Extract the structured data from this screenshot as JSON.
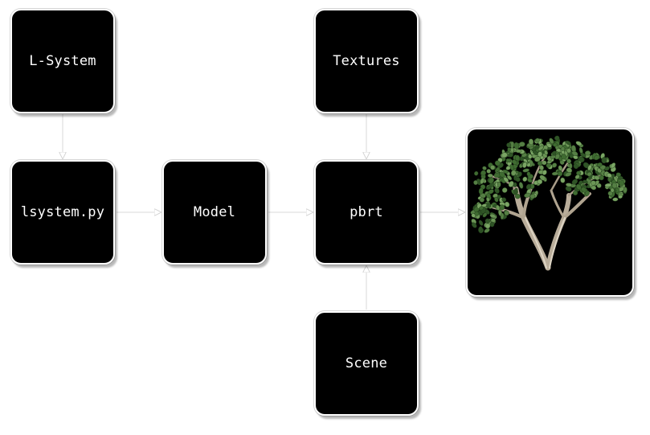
{
  "nodes": {
    "lsystem": {
      "label": "L-System"
    },
    "lsystem_py": {
      "label": "lsystem.py"
    },
    "model": {
      "label": "Model"
    },
    "textures": {
      "label": "Textures"
    },
    "pbrt": {
      "label": "pbrt"
    },
    "scene": {
      "label": "Scene"
    },
    "render": {
      "image": "rendered-tree-image"
    }
  },
  "edges": [
    {
      "from": "L-System",
      "to": "lsystem.py"
    },
    {
      "from": "lsystem.py",
      "to": "Model"
    },
    {
      "from": "Model",
      "to": "pbrt"
    },
    {
      "from": "Textures",
      "to": "pbrt"
    },
    {
      "from": "Scene",
      "to": "pbrt"
    },
    {
      "from": "pbrt",
      "to": "rendered-tree-image"
    }
  ],
  "colors": {
    "node_fill": "#000000",
    "node_text": "#ffffff",
    "edge": "#d9d9d9",
    "foliage": "#4f7a3e",
    "bark": "#c9bfae"
  }
}
